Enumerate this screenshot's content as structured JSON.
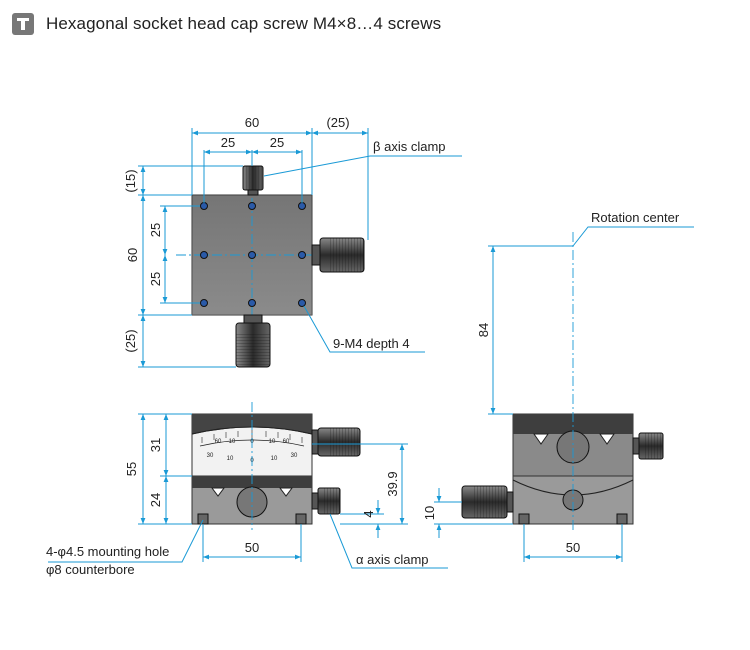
{
  "header": {
    "title": "Hexagonal socket head cap screw M4×8…4 screws",
    "icon": "screw-spec-icon"
  },
  "colors": {
    "dimension_line": "#1a9ad6",
    "body_dark": "#3a3a3a",
    "body_face": "#8c8c8c",
    "knob": "#555555"
  },
  "labels": {
    "beta_clamp": "β axis clamp",
    "alpha_clamp": "α axis clamp",
    "rotation_center": "Rotation center",
    "m4_depth": "9-M4 depth 4",
    "mount_hole": "4-φ4.5 mounting hole",
    "counterbore": "φ8 counterbore"
  },
  "dims": {
    "top_width": "60",
    "top_overhang": "(25)",
    "top_half1": "25",
    "top_half2": "25",
    "left_top": "(15)",
    "left_height": "60",
    "left_half1": "25",
    "left_half2": "25",
    "left_bottom": "(25)",
    "front_total": "55",
    "front_upper": "31",
    "front_lower": "24",
    "front_right": "39.9",
    "front_four": "4",
    "front_base": "50",
    "side_height": "84",
    "side_ten": "10",
    "side_base": "50"
  },
  "scale": {
    "numbers": [
      "60",
      "10",
      "0",
      "10",
      "60",
      "30",
      "10",
      "0",
      "10",
      "30"
    ]
  }
}
